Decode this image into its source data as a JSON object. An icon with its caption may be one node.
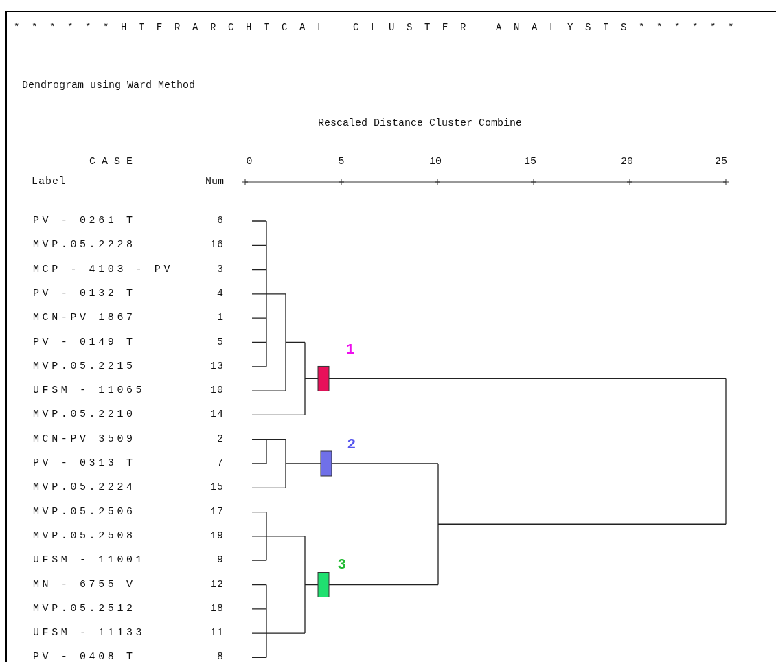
{
  "diagram": {
    "title": "******HIERARCHICAL CLUSTER ANALYSIS******",
    "labels": [
      "Dendrogram using Ward Method",
      "Rescaled Distance Cluster Combine",
      "CASE",
      "0",
      "5",
      "10",
      "15",
      "20",
      "25",
      "Label",
      "Num",
      "PV - 0261 T",
      "6",
      "MVP.05.2228",
      "16",
      "MCP - 4103 - PV",
      "3",
      "PV - 0132 T",
      "4",
      "MCN-PV 1867",
      "1",
      "PV - 0149 T",
      "5",
      "MVP.05.2215",
      "13",
      "UFSM - 11065",
      "10",
      "MVP.05.2210",
      "14",
      "MCN-PV 3509",
      "2",
      "PV - 0313 T",
      "7",
      "MVP.05.2224",
      "15",
      "MVP.05.2506",
      "17",
      "MVP.05.2508",
      "19",
      "UFSM - 11001",
      "9",
      "MN - 6755 V",
      "12",
      "MVP.05.2512",
      "18",
      "UFSM - 11133",
      "11",
      "PV - 0408 T",
      "8",
      "1",
      "2",
      "3"
    ]
  }
}
